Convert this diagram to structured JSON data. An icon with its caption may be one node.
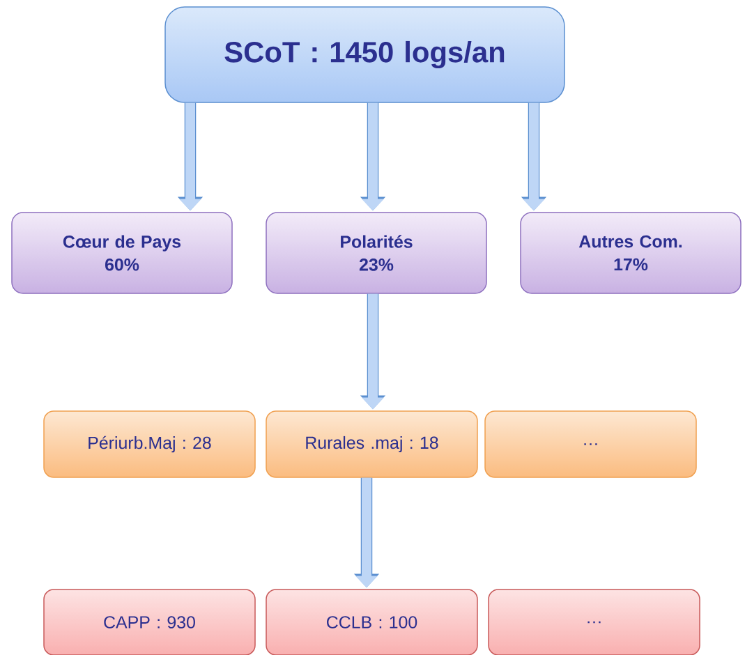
{
  "diagram": {
    "nodes": [
      {
        "text": [
          "SCoT : 1450 logs/an"
        ]
      },
      {
        "text": [
          "Cœur de Pays",
          "60%"
        ]
      },
      {
        "text": [
          "Polarités",
          "23%"
        ]
      },
      {
        "text": [
          "Autres Com.",
          "17%"
        ]
      },
      {
        "text": [
          "Périurb.Maj : 28"
        ]
      },
      {
        "text": [
          "Rurales .maj : 18"
        ]
      },
      {
        "text": [
          "…"
        ]
      },
      {
        "text": [
          "CAPP : 930"
        ]
      },
      {
        "text": [
          "CCLB : 100"
        ]
      },
      {
        "text": [
          "…"
        ]
      }
    ],
    "edges": [
      {
        "from": 0,
        "to": 1,
        "arrow": "to"
      },
      {
        "from": 0,
        "to": 2,
        "arrow": "to"
      },
      {
        "from": 0,
        "to": 3,
        "arrow": "to"
      },
      {
        "from": 2,
        "to": 5,
        "arrow": "to"
      },
      {
        "from": 5,
        "to": 8,
        "arrow": "to"
      }
    ]
  }
}
